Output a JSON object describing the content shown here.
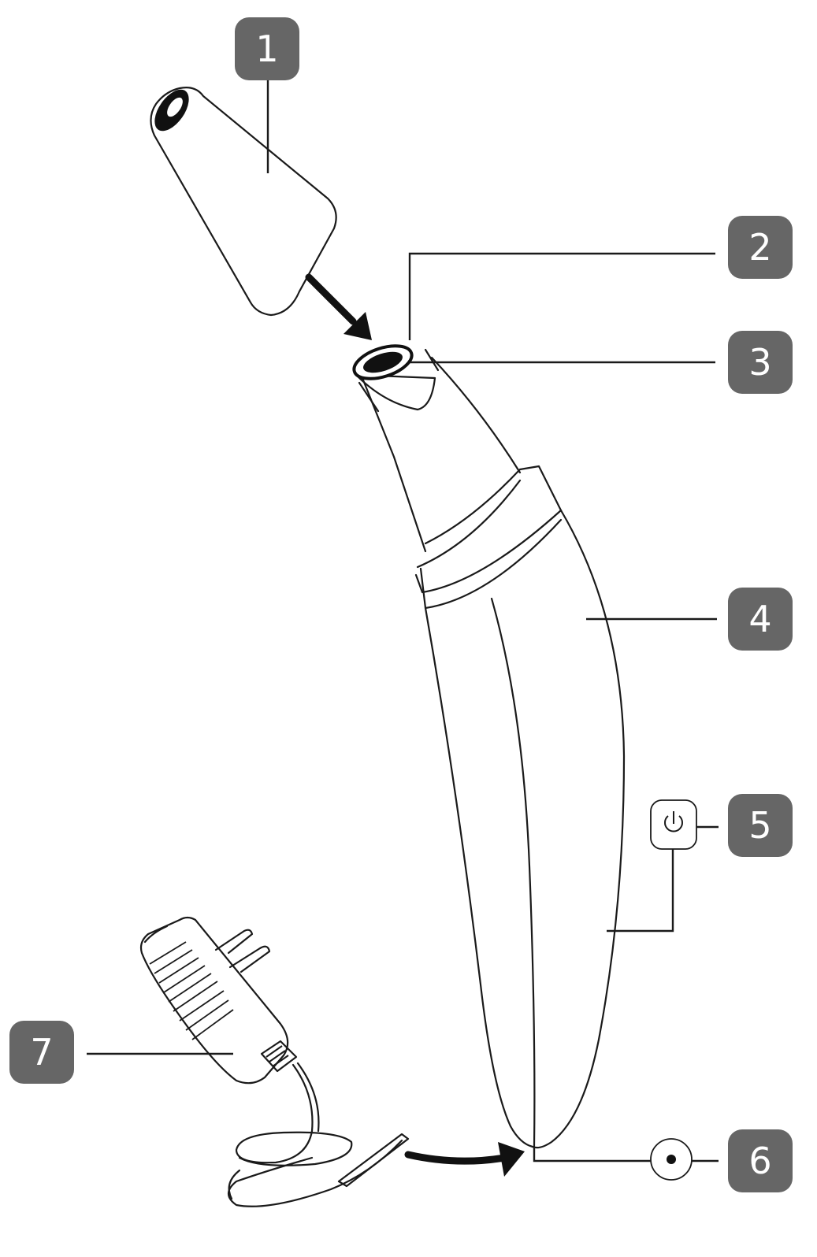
{
  "diagram": {
    "callouts": [
      {
        "number": "1",
        "part": "nozzle-cap"
      },
      {
        "number": "2",
        "part": "nozzle-seal-ring"
      },
      {
        "number": "3",
        "part": "suction-opening"
      },
      {
        "number": "4",
        "part": "device-body"
      },
      {
        "number": "5",
        "part": "power-button"
      },
      {
        "number": "6",
        "part": "charging-port"
      },
      {
        "number": "7",
        "part": "power-adapter"
      }
    ],
    "icons": {
      "power": "power-icon",
      "charging_port": "charging-port-icon"
    },
    "colors": {
      "badge_background": "#666666",
      "badge_text": "#ffffff",
      "line": "#1a1a1a"
    }
  }
}
